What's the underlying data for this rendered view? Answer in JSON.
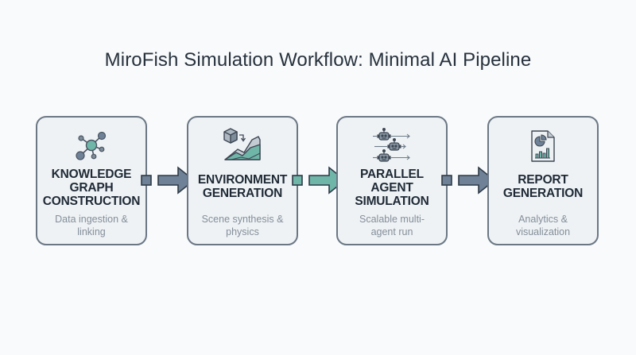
{
  "title": "MiroFish Simulation Workflow: Minimal AI Pipeline",
  "colors": {
    "slate": "#6e8196",
    "teal": "#6fb5a8",
    "border": "#6b7785",
    "box_bg": "#eef2f5"
  },
  "steps": [
    {
      "icon": "network-graph-icon",
      "heading_lines": [
        "KNOWLEDGE",
        "GRAPH",
        "CONSTRUCTION"
      ],
      "description_lines": [
        "Data ingestion &",
        "linking"
      ]
    },
    {
      "icon": "cube-terrain-icon",
      "heading_lines": [
        "ENVIRONMENT",
        "GENERATION"
      ],
      "description_lines": [
        "Scene synthesis &",
        "physics"
      ]
    },
    {
      "icon": "parallel-robots-icon",
      "heading_lines": [
        "PARALLEL",
        "AGENT",
        "SIMULATION"
      ],
      "description_lines": [
        "Scalable multi-",
        "agent run"
      ]
    },
    {
      "icon": "report-document-icon",
      "heading_lines": [
        "REPORT",
        "GENERATION"
      ],
      "description_lines": [
        "Analytics &",
        "visualization"
      ]
    }
  ],
  "connectors": [
    {
      "from": 1,
      "to": 2,
      "color": "slate"
    },
    {
      "from": 2,
      "to": 3,
      "color": "teal"
    },
    {
      "from": 3,
      "to": 4,
      "color": "slate"
    }
  ]
}
